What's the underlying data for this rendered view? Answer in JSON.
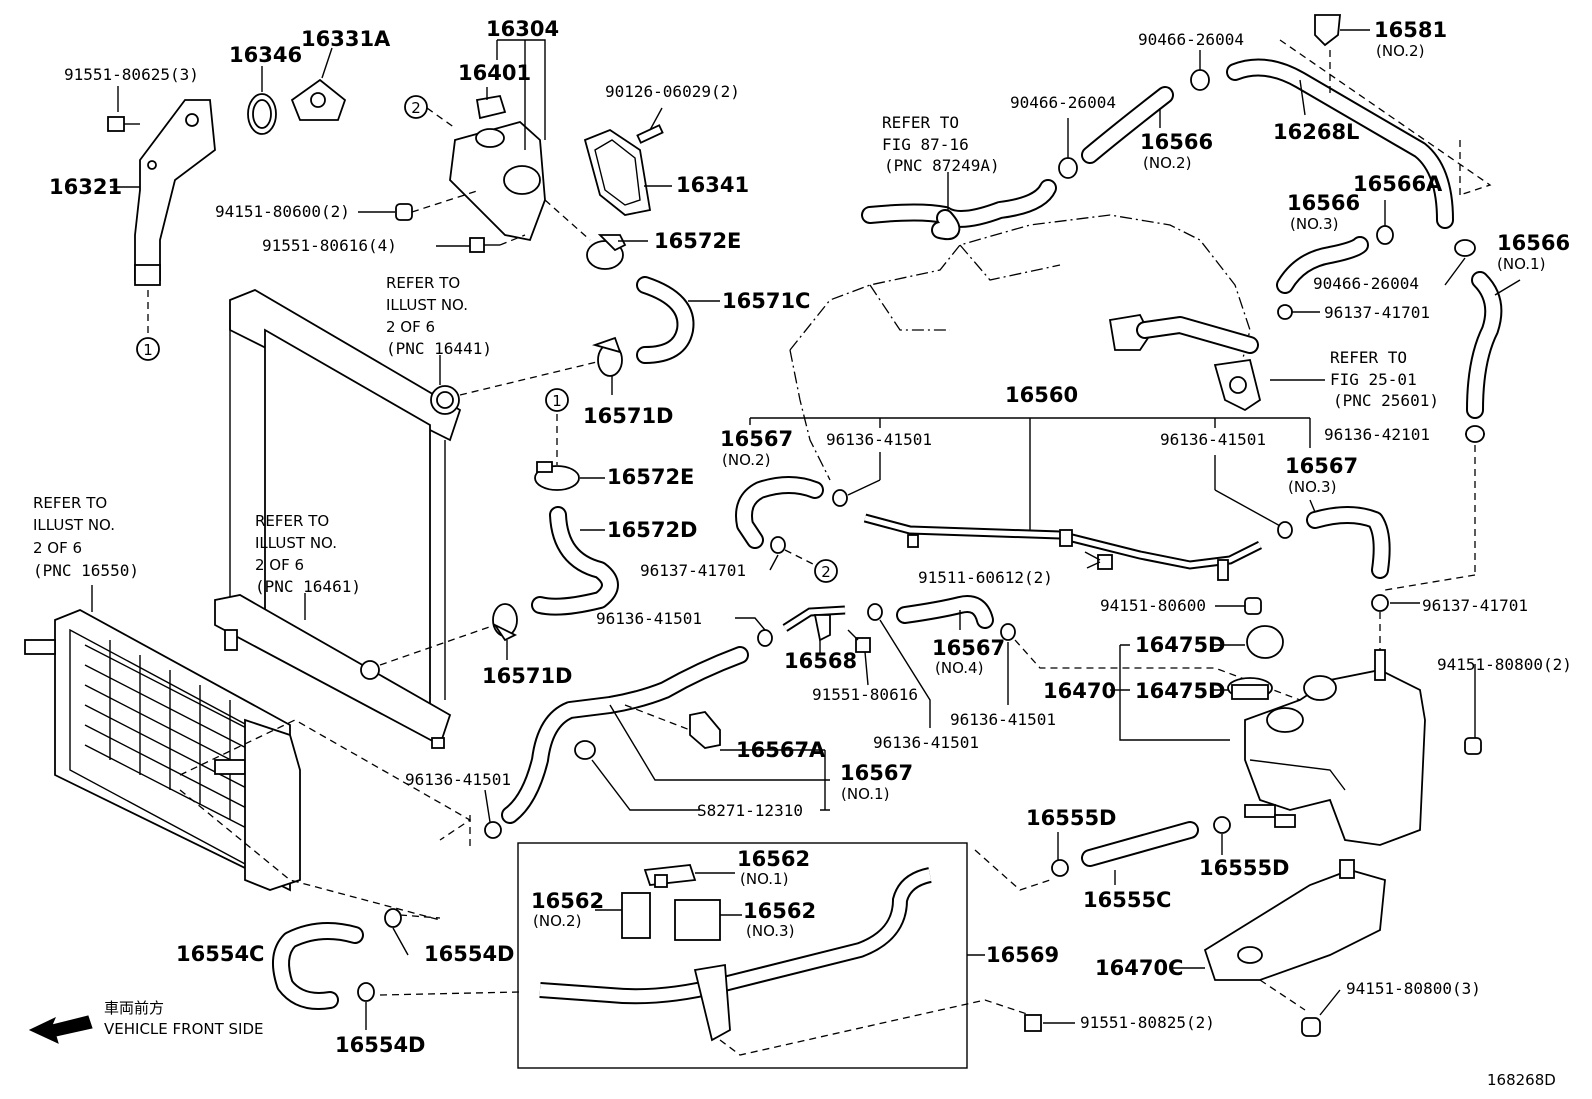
{
  "parts": {
    "p16304": "16304",
    "p16346": "16346",
    "p16331A": "16331A",
    "p16401": "16401",
    "p91551_80625": "91551-80625(3)",
    "p90126_06029": "90126-06029(2)",
    "p16321": "16321",
    "p16341": "16341",
    "p94151_80600_2": "94151-80600(2)",
    "p91551_80616_4": "91551-80616(4)",
    "p16572E_top": "16572E",
    "p16571C": "16571C",
    "p16571D_top": "16571D",
    "p16572E_mid": "16572E",
    "p16572D": "16572D",
    "p16571D_bot": "16571D",
    "p90466_26004_a": "90466-26004",
    "p16581": "16581",
    "p16581_sub": "(NO.2)",
    "p90466_26004_b": "90466-26004",
    "p16566_no2": "16566",
    "p16566_no2_sub": "(NO.2)",
    "p16268L": "16268L",
    "p16566_no3": "16566",
    "p16566_no3_sub": "(NO.3)",
    "p16566A": "16566A",
    "p16566_no1": "16566",
    "p16566_no1_sub": "(NO.1)",
    "p90466_26004_c": "90466-26004",
    "p96137_41701_a": "96137-41701",
    "p16560": "16560",
    "p16567_no2": "16567",
    "p16567_no2_sub": "(NO.2)",
    "p96136_41501_a": "96136-41501",
    "p96136_41501_b": "96136-41501",
    "p16567_no3": "16567",
    "p16567_no3_sub": "(NO.3)",
    "p96136_42101": "96136-42101",
    "p96137_41701_b": "96137-41701",
    "p91511_60612": "91511-60612(2)",
    "p94151_80600": "94151-80600",
    "p96137_41701_c": "96137-41701",
    "p96136_41501_c": "96136-41501",
    "p16568": "16568",
    "p91551_80616": "91551-80616",
    "p16567_no4": "16567",
    "p16567_no4_sub": "(NO.4)",
    "p96136_41501_d": "96136-41501",
    "p96136_41501_e": "96136-41501",
    "p16475D_a": "16475D",
    "p16470": "16470",
    "p16475D_b": "16475D",
    "p94151_80800_2": "94151-80800(2)",
    "p16567A": "16567A",
    "p16567_no1": "16567",
    "p16567_no1_sub": "(NO.1)",
    "p96136_41501_f": "96136-41501",
    "p58271_12310": "S8271-12310",
    "p16555D_a": "16555D",
    "p16555C": "16555C",
    "p16555D_b": "16555D",
    "p16562_no1": "16562",
    "p16562_no1_sub": "(NO.1)",
    "p16562_no2": "16562",
    "p16562_no2_sub": "(NO.2)",
    "p16562_no3": "16562",
    "p16562_no3_sub": "(NO.3)",
    "p16569": "16569",
    "p16470C": "16470C",
    "p94151_80800_3": "94151-80800(3)",
    "p16554C": "16554C",
    "p16554D_a": "16554D",
    "p16554D_b": "16554D",
    "p91551_80825": "91551-80825(2)"
  },
  "refs": {
    "r1": [
      "REFER TO",
      "ILLUST NO.",
      "2 OF 6",
      "(PNC 16441)"
    ],
    "r2": [
      "REFER TO",
      "ILLUST NO.",
      "2 OF 6",
      "(PNC 16461)"
    ],
    "r3": [
      "REFER TO",
      "ILLUST NO.",
      "2 OF 6",
      "(PNC 16550)"
    ],
    "r4": [
      "REFER TO",
      "FIG 87-16",
      "(PNC 87249A)"
    ],
    "r5": [
      "REFER TO",
      "FIG 25-01",
      "(PNC 25601)"
    ]
  },
  "markers": {
    "m1": "1",
    "m2": "2"
  },
  "front": {
    "jp": "車両前方",
    "en": "VEHICLE FRONT SIDE"
  },
  "figure_id": "168268D"
}
